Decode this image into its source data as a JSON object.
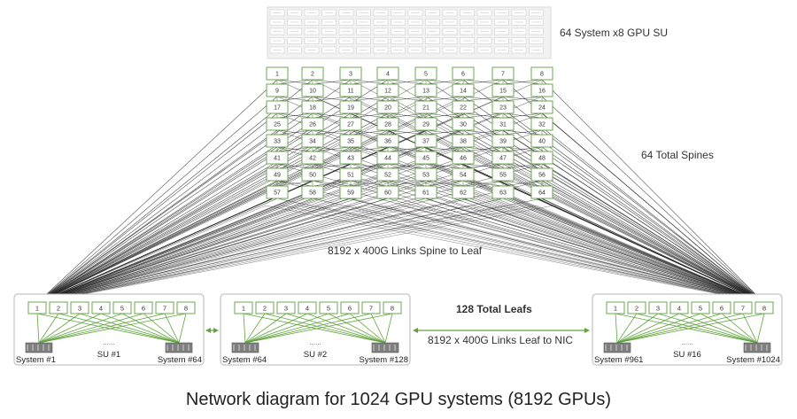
{
  "labels": {
    "su": "64 System x8 GPU SU",
    "spines": "64 Total Spines",
    "spine_leaf": "8192 x 400G Links Spine to Leaf",
    "total_leafs": "128 Total Leafs",
    "leaf_nic": "8192 x 400G Links Leaf to NIC",
    "caption": "Network diagram for 1024 GPU systems (8192 GPUs)"
  },
  "spines": [
    "1",
    "2",
    "3",
    "4",
    "5",
    "6",
    "7",
    "8",
    "9",
    "10",
    "11",
    "12",
    "13",
    "14",
    "15",
    "16",
    "17",
    "18",
    "19",
    "20",
    "21",
    "22",
    "23",
    "24",
    "25",
    "26",
    "27",
    "28",
    "29",
    "30",
    "31",
    "32",
    "33",
    "34",
    "35",
    "36",
    "37",
    "38",
    "39",
    "40",
    "41",
    "42",
    "43",
    "44",
    "45",
    "46",
    "47",
    "48",
    "49",
    "50",
    "51",
    "52",
    "53",
    "54",
    "55",
    "56",
    "57",
    "58",
    "59",
    "60",
    "61",
    "62",
    "63",
    "64"
  ],
  "scalable_units": [
    {
      "leaves": [
        "1",
        "2",
        "3",
        "4",
        "5",
        "6",
        "7",
        "8"
      ],
      "ellipsis": "......",
      "left_system": "System #1",
      "name": "SU #1",
      "right_system": "System #64"
    },
    {
      "leaves": [
        "1",
        "2",
        "3",
        "4",
        "5",
        "6",
        "7",
        "8"
      ],
      "ellipsis": "......",
      "left_system": "System #64",
      "name": "SU #2",
      "right_system": "System #128"
    },
    {
      "leaves": [
        "1",
        "2",
        "3",
        "4",
        "5",
        "6",
        "7",
        "8"
      ],
      "ellipsis": "......",
      "left_system": "System #961",
      "name": "SU #16",
      "right_system": "System #1024"
    }
  ],
  "colors": {
    "switch_border": "#6aa84f",
    "green_link": "#5fa53b",
    "link": "#222222",
    "su_border": "#b7b7b7",
    "server": "#7f7f7f"
  }
}
